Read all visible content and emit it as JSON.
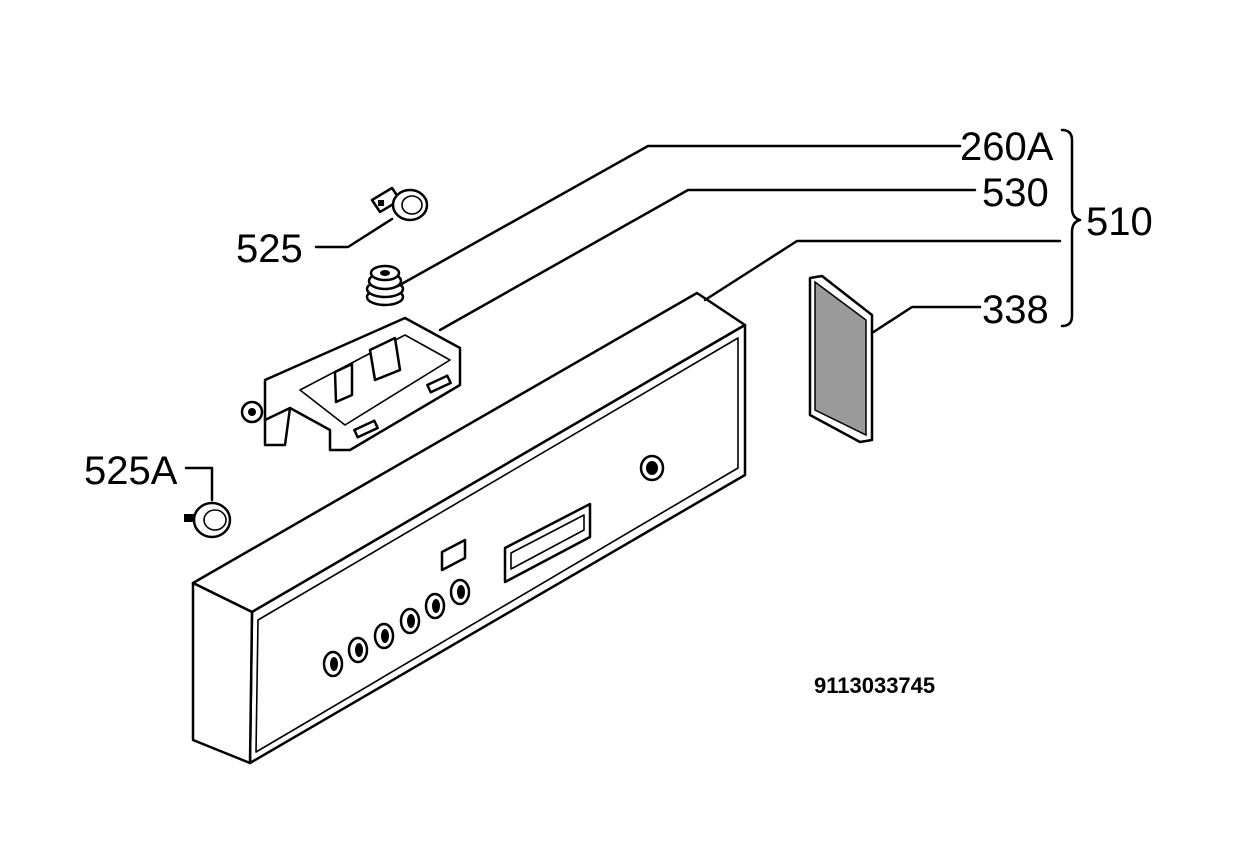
{
  "labels": {
    "p260a": "260A",
    "p530": "530",
    "p510": "510",
    "p525": "525",
    "p338": "338",
    "p525a": "525A"
  },
  "reference_number": "9113033745",
  "icons": [
    "control-panel",
    "push-button",
    "push-button-spring",
    "button-holder",
    "cover-plate",
    "indicator-lamp",
    "knob"
  ]
}
